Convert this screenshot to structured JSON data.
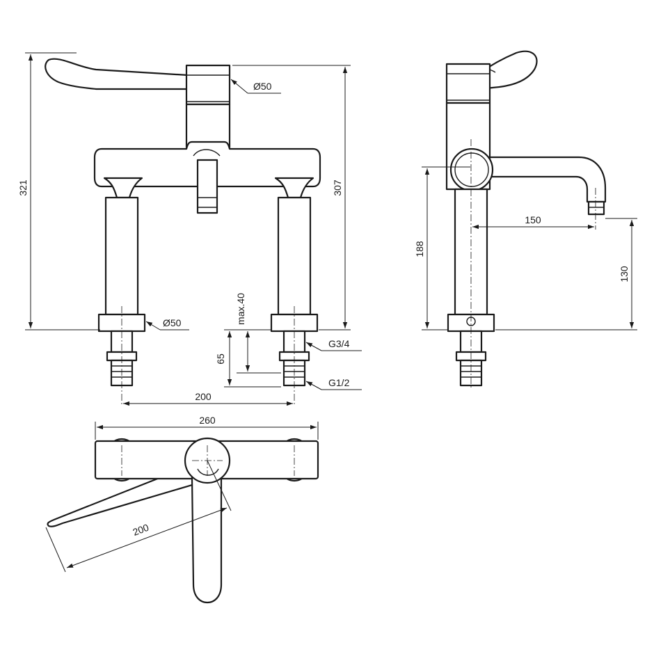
{
  "dimensions": {
    "height_total": "321",
    "height_body": "307",
    "handle_diameter": "Ø50",
    "base_diameter": "Ø50",
    "max_deck": "max.40",
    "shank_length": "65",
    "thread_upper": "G3/4",
    "thread_lower": "G1/2",
    "centres": "200",
    "body_width": "260",
    "lever_length": "200",
    "outlet_height": "188",
    "spout_reach": "150",
    "spout_clearance": "130"
  },
  "colors": {
    "line": "#1a1a1a",
    "background": "#ffffff"
  }
}
